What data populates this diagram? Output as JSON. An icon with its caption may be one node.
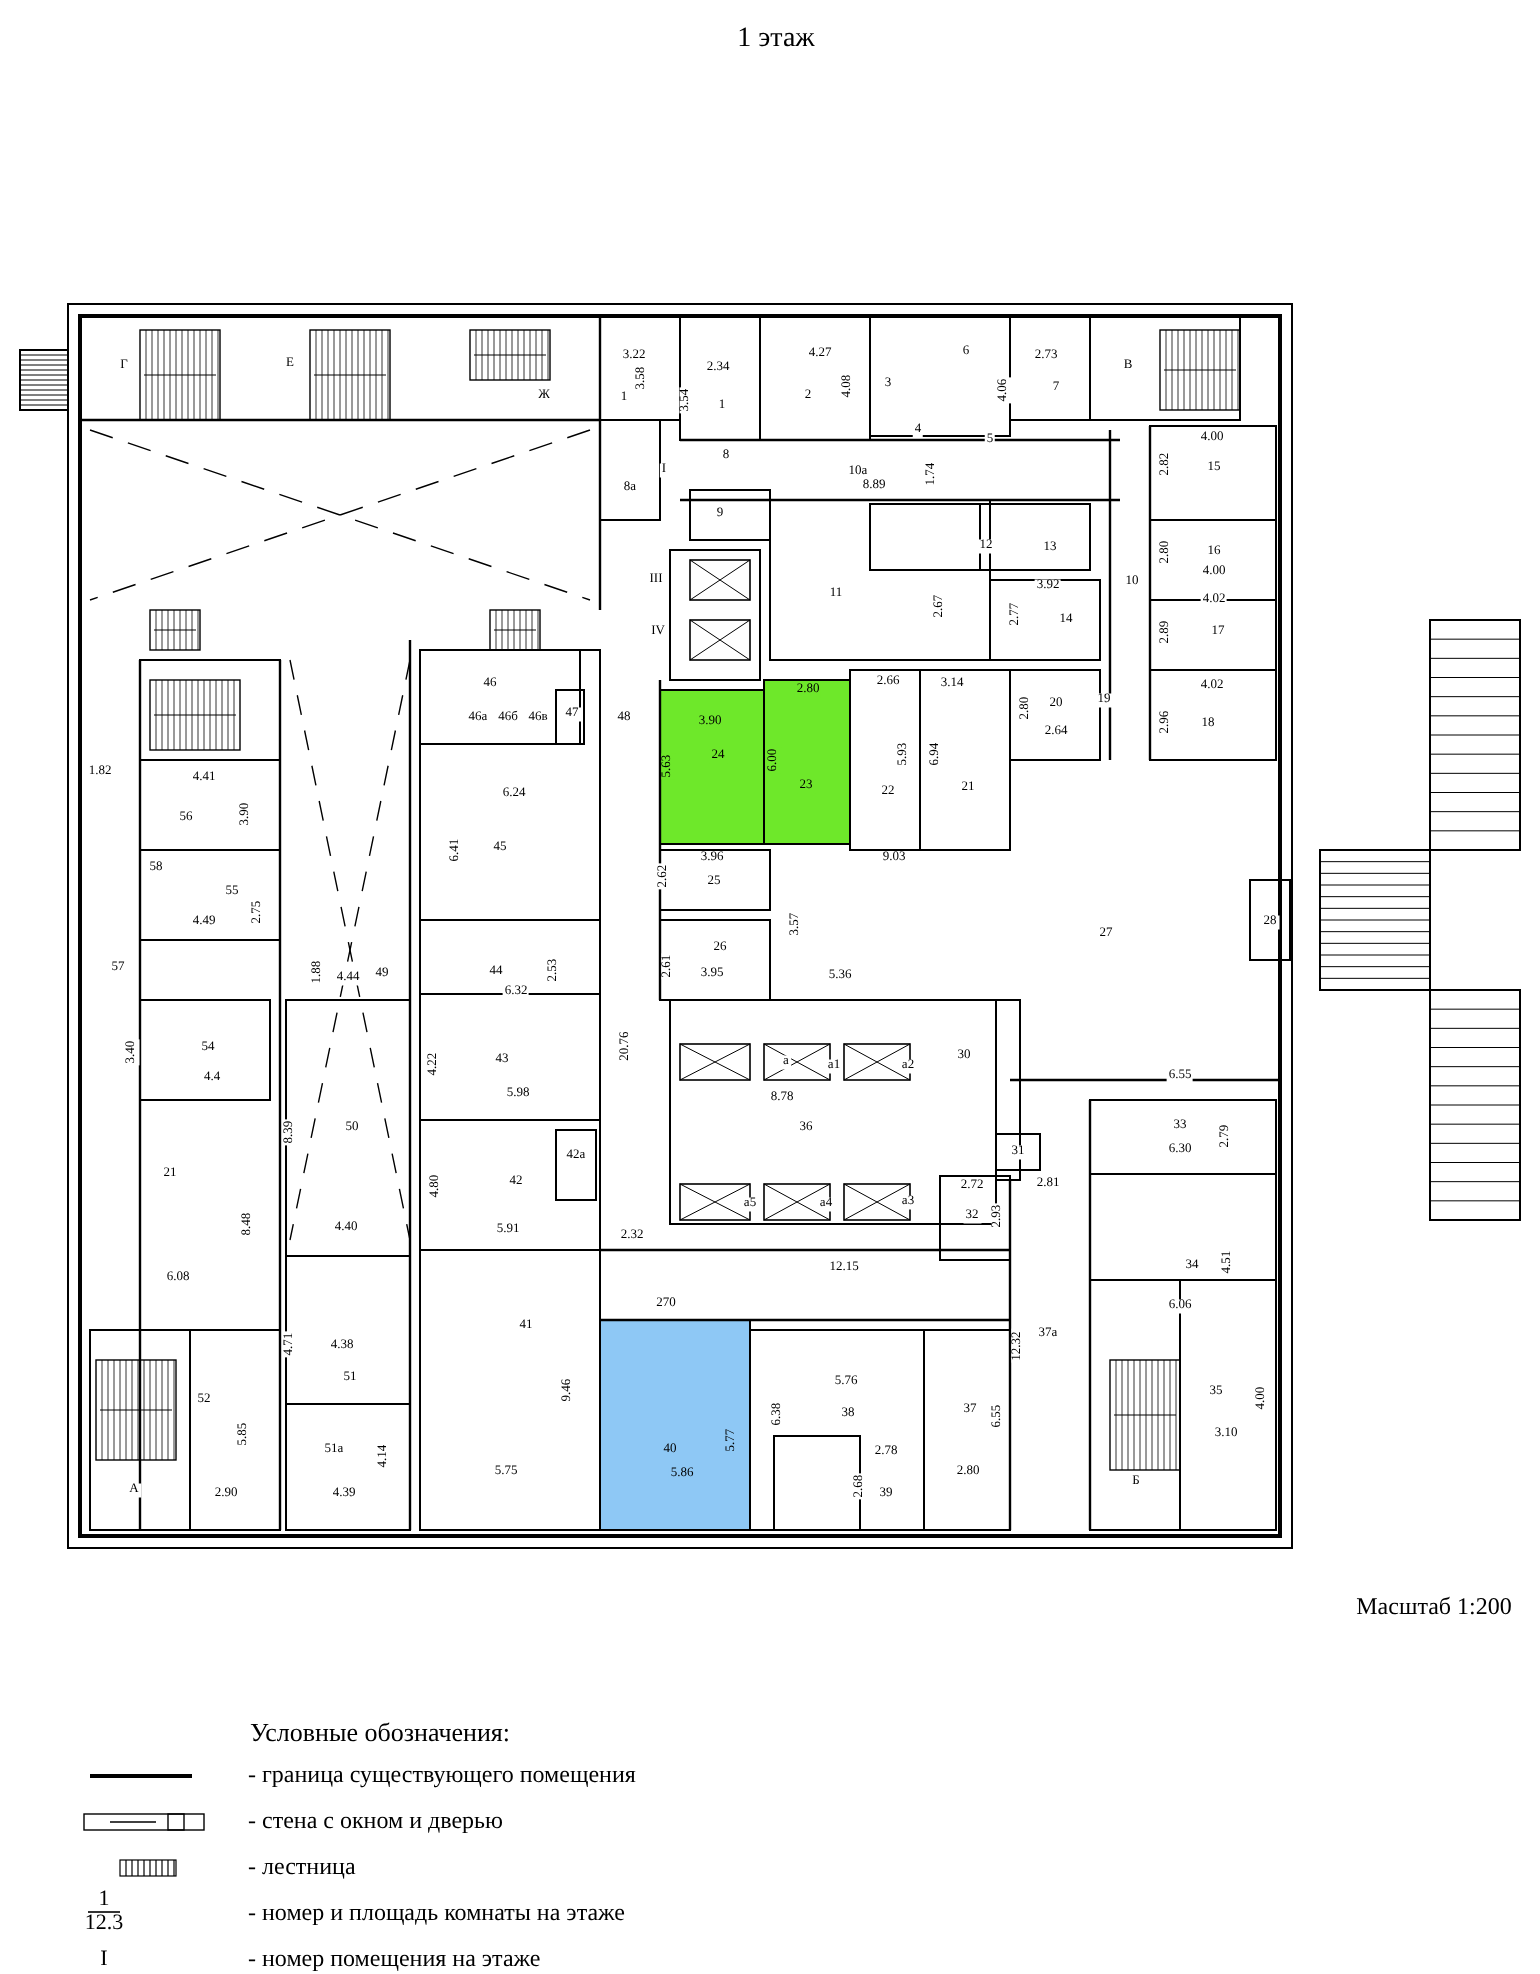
{
  "diagram": {
    "title": "1 этаж",
    "labels": [
      "Г",
      "Е",
      "Ж",
      "3.22",
      "3.58",
      "1",
      "2.34",
      "3.54",
      "1",
      "4.27",
      "2",
      "4.08",
      "3",
      "6",
      "4",
      "5",
      "2.73",
      "4.06",
      "7",
      "В",
      "8",
      "I",
      "8а",
      "10а",
      "8.89",
      "1.74",
      "4.00",
      "2.82",
      "15",
      "9",
      "12",
      "13",
      "16",
      "2.80",
      "4.00",
      "III",
      "10",
      "3.92",
      "11",
      "4.02",
      "2.67",
      "2.77",
      "14",
      "IV",
      "2.89",
      "17",
      "46",
      "2.80",
      "2.66",
      "3.14",
      "4.02",
      "19",
      "20",
      "2.80",
      "46а",
      "46б",
      "46в",
      "47",
      "48",
      "3.90",
      "2.96",
      "18",
      "2.64",
      "24",
      "5.63",
      "6.00",
      "5.93",
      "6.94",
      "1.82",
      "4.41",
      "23",
      "21",
      "22",
      "6.24",
      "3.90",
      "56",
      "45",
      "6.41",
      "3.96",
      "9.03",
      "58",
      "2.62",
      "25",
      "55",
      "2.75",
      "4.49",
      "28",
      "3.57",
      "27",
      "26",
      "2.61",
      "57",
      "2.53",
      "1.88",
      "44",
      "49",
      "3.95",
      "5.36",
      "4.44",
      "6.32",
      "3.40",
      "54",
      "20.76",
      "30",
      "43",
      "а",
      "а1",
      "а2",
      "4.22",
      "6.55",
      "4.4",
      "5.98",
      "8.78",
      "33",
      "36",
      "50",
      "8.39",
      "2.79",
      "6.30",
      "31",
      "42а",
      "21",
      "42",
      "2.81",
      "2.72",
      "4.80",
      "а3",
      "а5",
      "а4",
      "32",
      "2.93",
      "8.48",
      "4.40",
      "5.91",
      "2.32",
      "4.51",
      "34",
      "12.15",
      "6.08",
      "270",
      "6.06",
      "41",
      "37а",
      "4.71",
      "4.38",
      "12.32",
      "51",
      "5.76",
      "9.46",
      "35",
      "4.00",
      "52",
      "37",
      "38",
      "6.38",
      "6.55",
      "5.85",
      "3.10",
      "5.77",
      "40",
      "51а",
      "2.78",
      "4.14",
      "5.75",
      "2.80",
      "5.86",
      "Б",
      "2.68",
      "А",
      "39",
      "2.90",
      "4.39",
      "Масштаб 1:200",
      "Условные обозначения:",
      "1",
      "12.3",
      "I"
    ],
    "legend": [
      {
        "text": "- граница существующего помещения"
      },
      {
        "text": "- стена с окном и дверью"
      },
      {
        "text": "- лестница"
      },
      {
        "text": "- номер и площадь комнаты на этаже"
      },
      {
        "text": "- номер помещения на этаже"
      }
    ]
  }
}
